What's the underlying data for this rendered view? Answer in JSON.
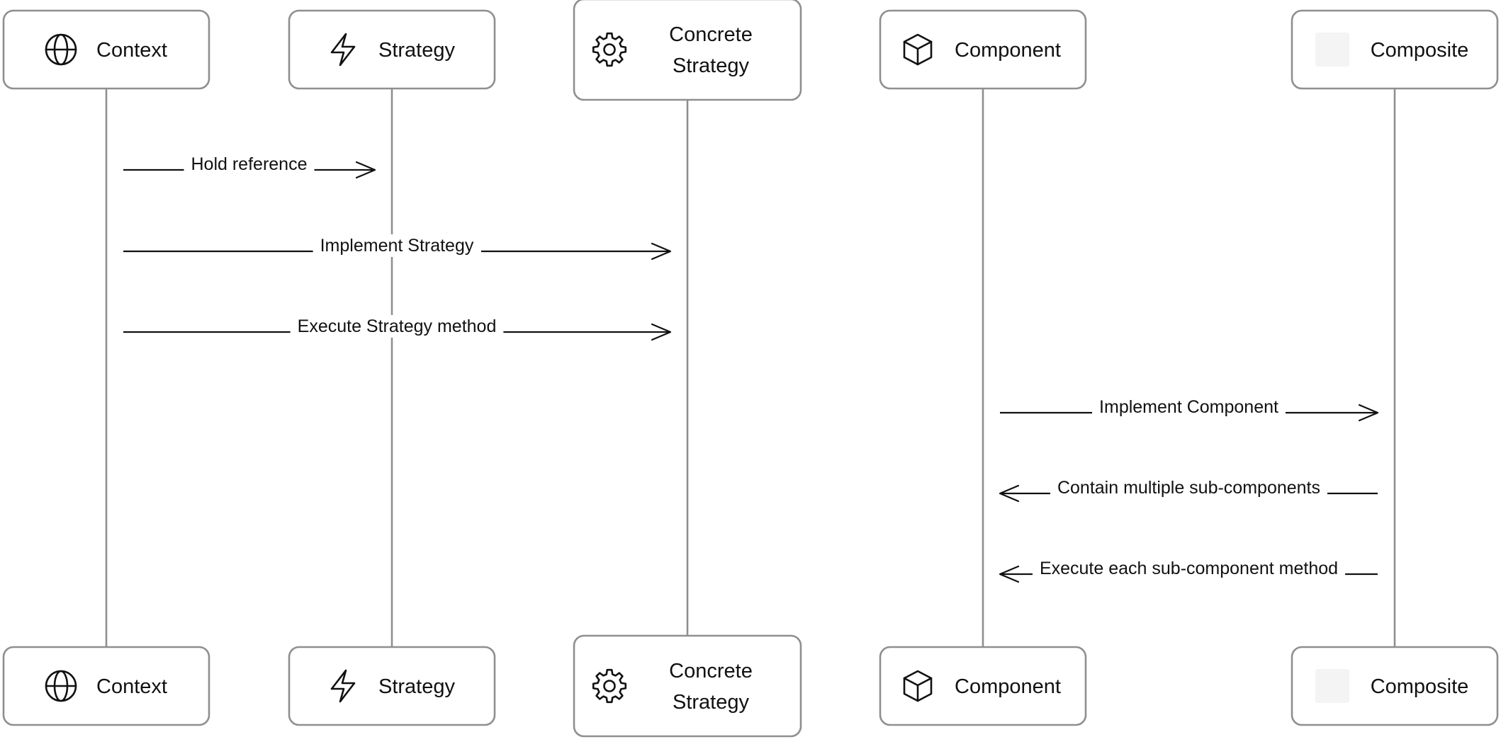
{
  "participants": [
    {
      "id": "context",
      "label_lines": [
        "Context"
      ],
      "icon": "globe-icon"
    },
    {
      "id": "strategy",
      "label_lines": [
        "Strategy"
      ],
      "icon": "lightning-icon"
    },
    {
      "id": "concrete-strategy",
      "label_lines": [
        "Concrete",
        "Strategy"
      ],
      "icon": "gear-icon"
    },
    {
      "id": "component",
      "label_lines": [
        "Component"
      ],
      "icon": "box-icon"
    },
    {
      "id": "composite",
      "label_lines": [
        "Composite"
      ],
      "icon": "blank-square-icon"
    }
  ],
  "messages": [
    {
      "from": "context",
      "to": "strategy",
      "label": "Hold reference"
    },
    {
      "from": "context",
      "to": "concrete-strategy",
      "label": "Implement Strategy"
    },
    {
      "from": "context",
      "to": "concrete-strategy",
      "label": "Execute Strategy method"
    },
    {
      "from": "component",
      "to": "composite",
      "label": "Implement Component"
    },
    {
      "from": "composite",
      "to": "component",
      "label": "Contain multiple sub-components"
    },
    {
      "from": "composite",
      "to": "component",
      "label": "Execute each sub-component method"
    }
  ],
  "colors": {
    "border": "#8f8f8f",
    "text": "#111111",
    "background": "#ffffff"
  }
}
